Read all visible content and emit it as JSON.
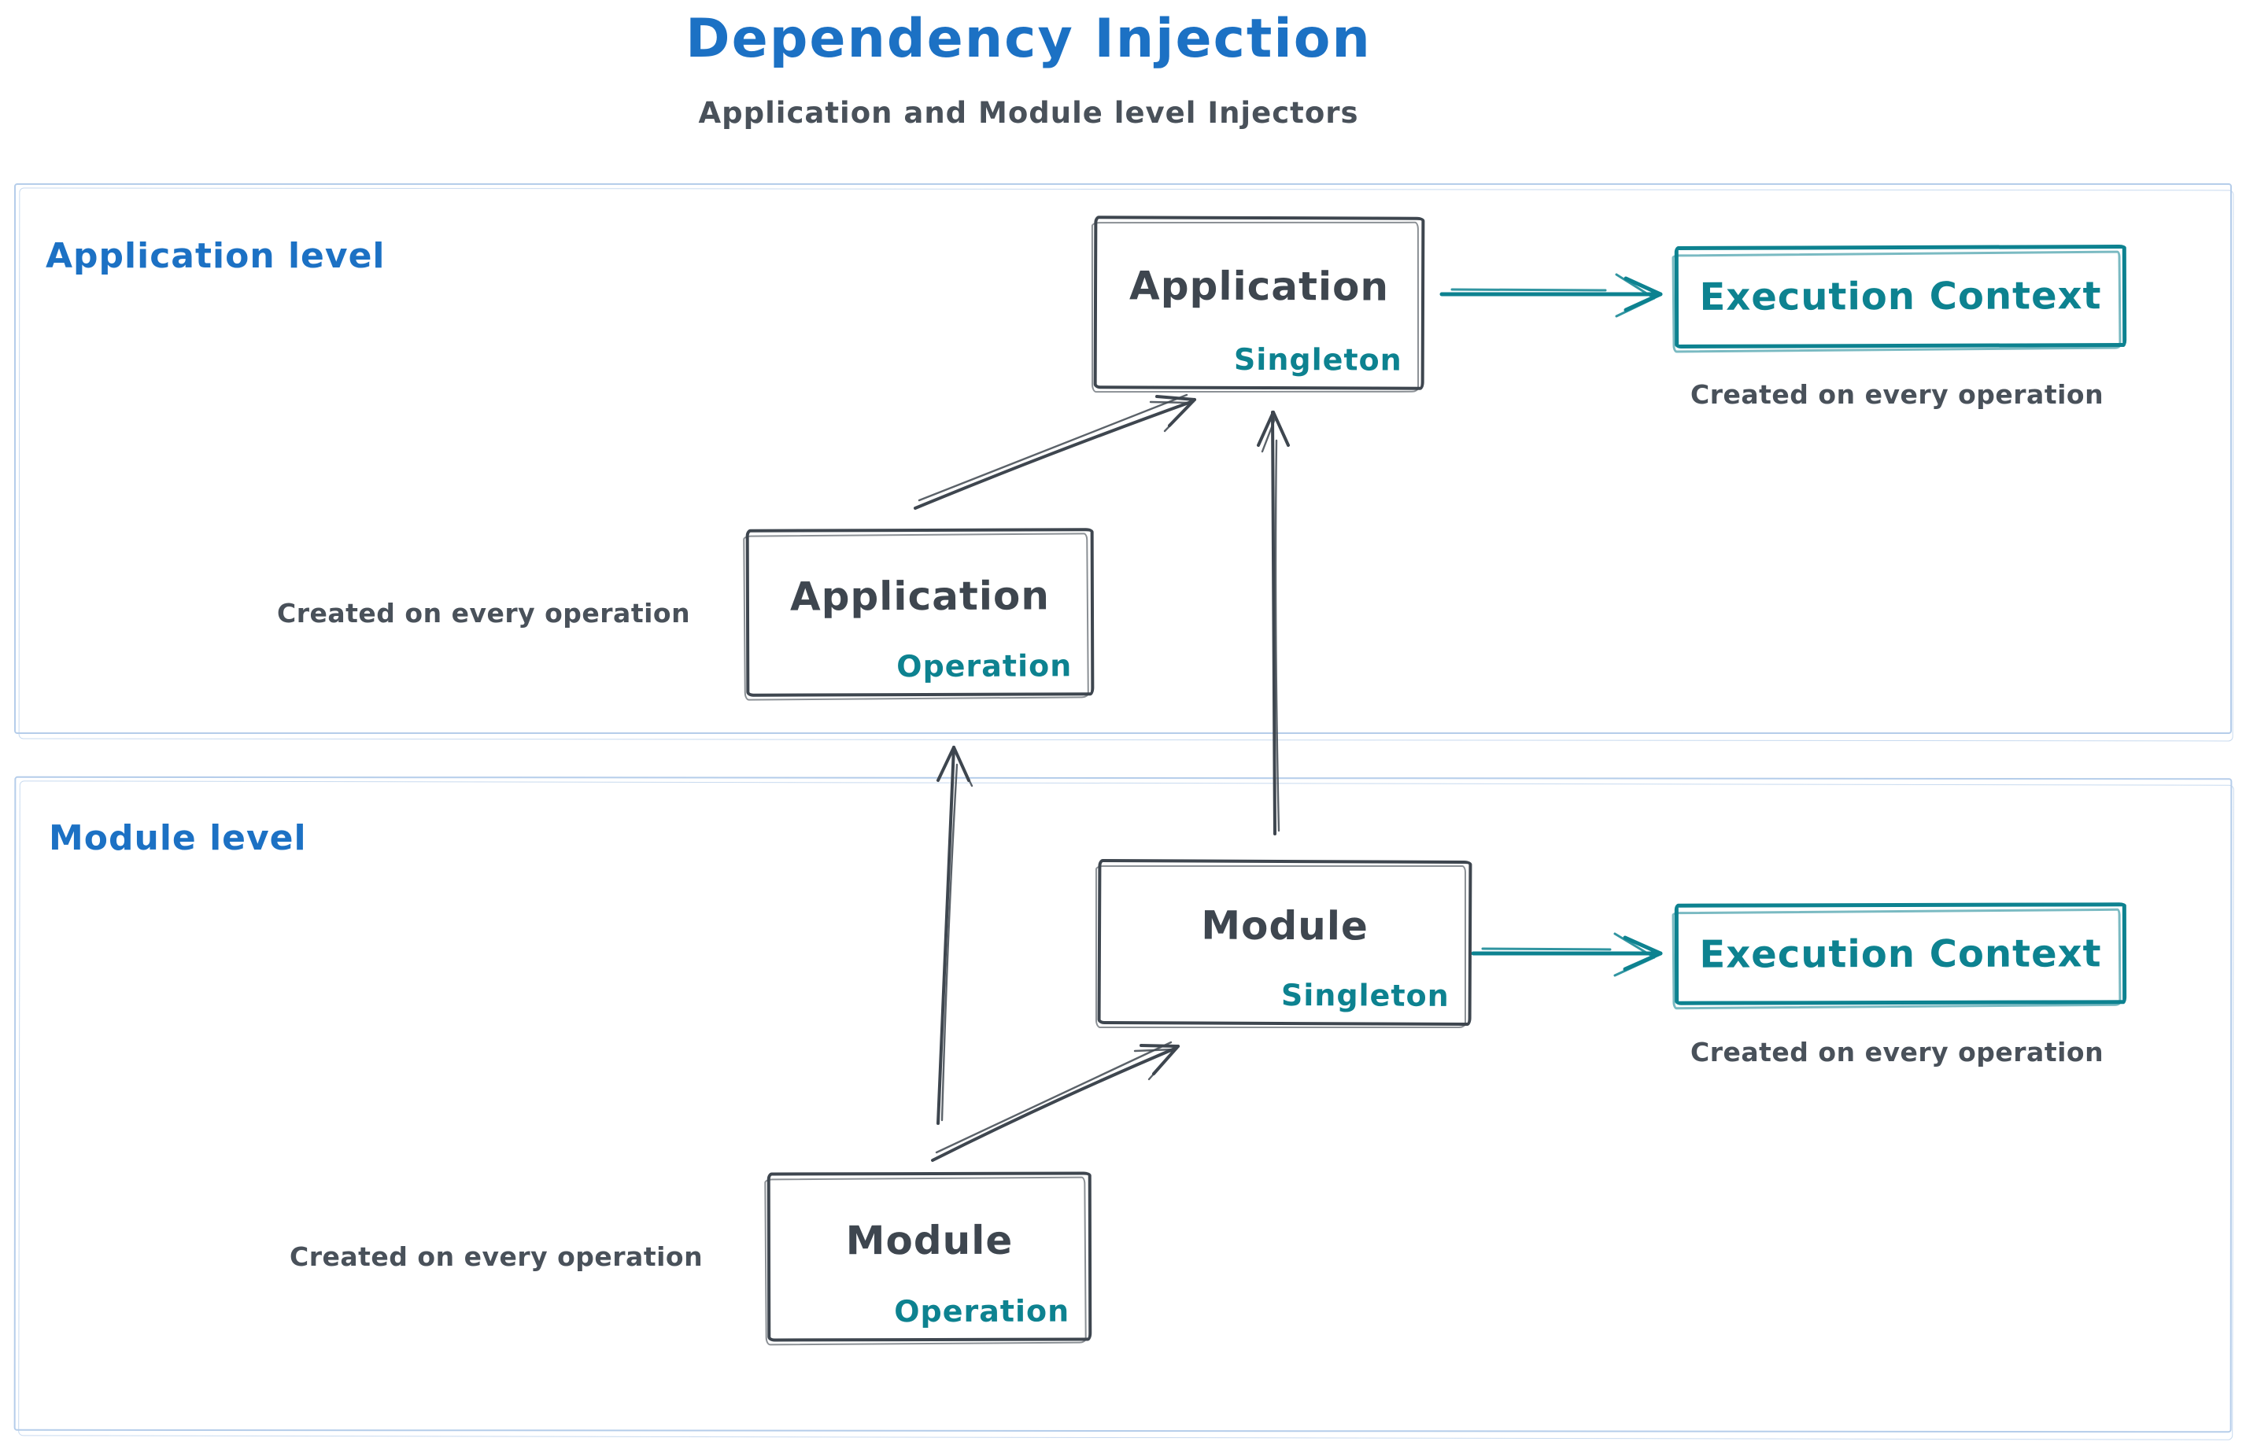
{
  "title": "Dependency Injection",
  "subtitle": "Application and Module level Injectors",
  "regions": {
    "application": {
      "label": "Application level"
    },
    "module": {
      "label": "Module level"
    }
  },
  "nodes": {
    "application_singleton": {
      "name": "Application",
      "scope": "Singleton"
    },
    "application_operation": {
      "name": "Application",
      "scope": "Operation"
    },
    "module_singleton": {
      "name": "Module",
      "scope": "Singleton"
    },
    "module_operation": {
      "name": "Module",
      "scope": "Operation"
    },
    "execution_context_application": {
      "name": "Execution Context",
      "caption": "Created on every operation"
    },
    "execution_context_module": {
      "name": "Execution Context",
      "caption": "Created on every operation"
    }
  },
  "captions": {
    "application_operation": "Created on every operation",
    "module_operation": "Created on every operation"
  },
  "edges": [
    {
      "from": "application_operation",
      "to": "application_singleton"
    },
    {
      "from": "application_singleton",
      "to": "execution_context_application"
    },
    {
      "from": "module_singleton",
      "to": "application_singleton"
    },
    {
      "from": "module_operation",
      "to": "application_operation"
    },
    {
      "from": "module_operation",
      "to": "module_singleton"
    },
    {
      "from": "module_singleton",
      "to": "execution_context_module"
    }
  ],
  "colors": {
    "title_blue": "#1c71c4",
    "ink": "#3e464f",
    "teal": "#0d8290",
    "region_border": "#b5cdea",
    "background": "#ffffff"
  }
}
